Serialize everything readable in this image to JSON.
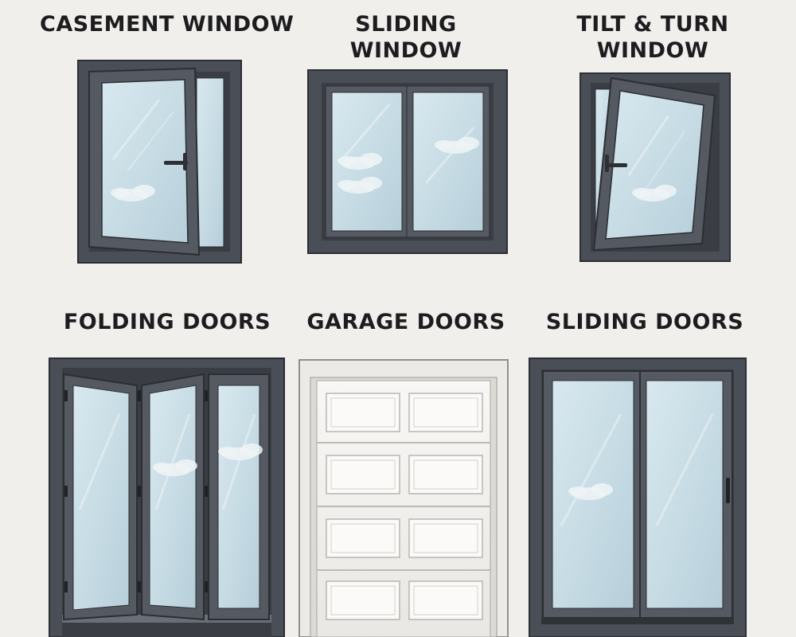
{
  "items": [
    {
      "id": "casement",
      "lines": [
        "CASEMENT WINDOW"
      ]
    },
    {
      "id": "sliding-window",
      "lines": [
        "SLIDING",
        "WINDOW"
      ]
    },
    {
      "id": "tilt-turn",
      "lines": [
        "TILT & TURN",
        "WINDOW"
      ]
    },
    {
      "id": "folding-doors",
      "lines": [
        "FOLDING DOORS"
      ]
    },
    {
      "id": "garage-doors",
      "lines": [
        "GARAGE DOORS"
      ]
    },
    {
      "id": "sliding-doors",
      "lines": [
        "SLIDING DOORS"
      ]
    }
  ],
  "colors": {
    "background": "#f1efec",
    "frame": "#4a4f57",
    "frame_dark": "#2f3338",
    "glass": "#c9dde6",
    "garage_panel": "#f7f6f4"
  }
}
